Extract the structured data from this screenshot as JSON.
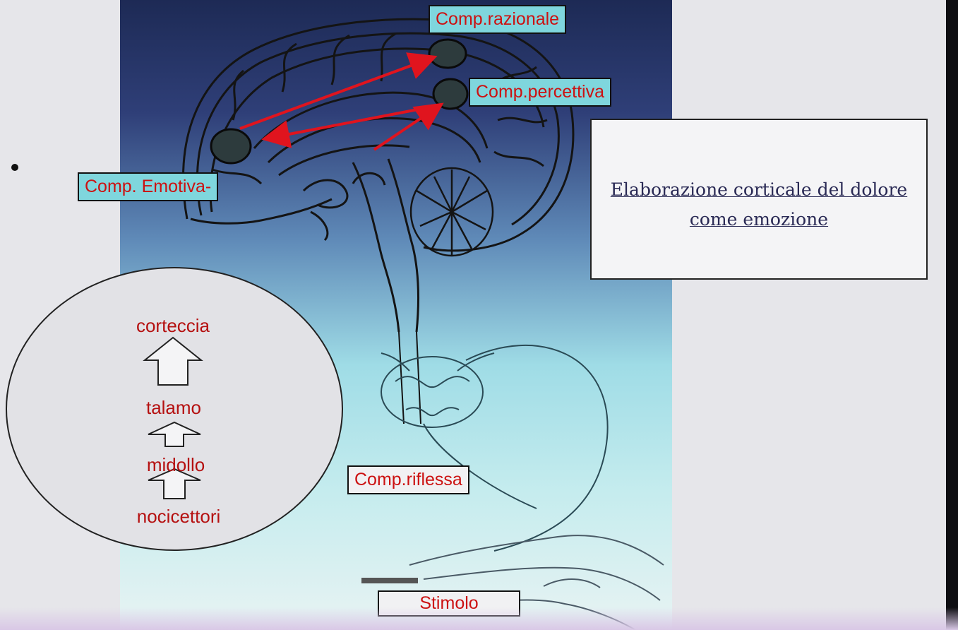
{
  "labels": {
    "rational": "Comp.razionale",
    "perceptive": "Comp.percettiva",
    "emotive": "Comp. Emotiva-",
    "reflex": "Comp.riflessa",
    "stimulus": "Stimolo"
  },
  "title": {
    "line1": "Elaborazione corticale del dolore",
    "line2": "come emozione"
  },
  "pathway": {
    "stages": [
      "corteccia",
      "talamo",
      "midollo",
      "nocicettori"
    ]
  },
  "colors": {
    "label_bg": "#7fd6dd",
    "label_text": "#cc1111",
    "arrow": "#e0141e"
  }
}
